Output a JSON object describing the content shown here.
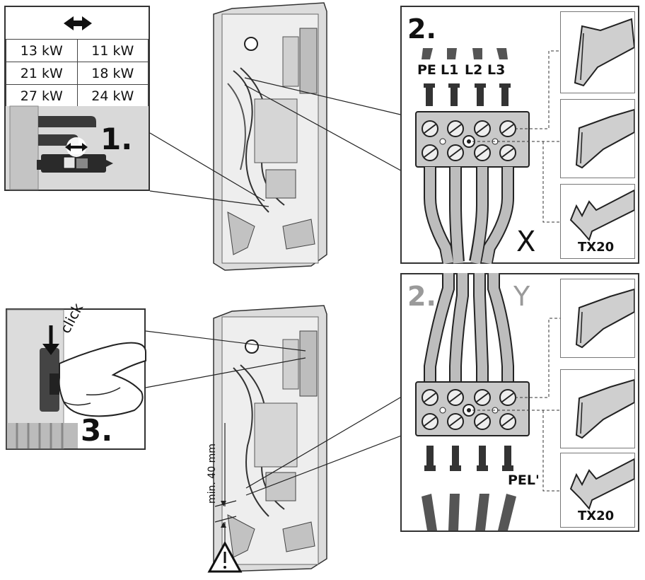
{
  "power_table": {
    "rows": [
      [
        "13 kW",
        "11 kW"
      ],
      [
        "21 kW",
        "18 kW"
      ],
      [
        "27 kW",
        "24 kW"
      ]
    ]
  },
  "steps": {
    "step1": "1.",
    "step2_x": "2.",
    "step2_y": "2.",
    "step3": "3."
  },
  "terminals_x": [
    "PE",
    "L1",
    "L2",
    "L3"
  ],
  "terminals_y": "PEL'",
  "variant_x": "X",
  "variant_y": "Y",
  "tools": {
    "torx_x": "TX20",
    "torx_y": "TX20"
  },
  "click_text": "click",
  "min_distance": "min. 40 mm",
  "colors": {
    "line": "#222222",
    "device": "#cfcfcf",
    "gray_label": "#9a9a9a"
  }
}
